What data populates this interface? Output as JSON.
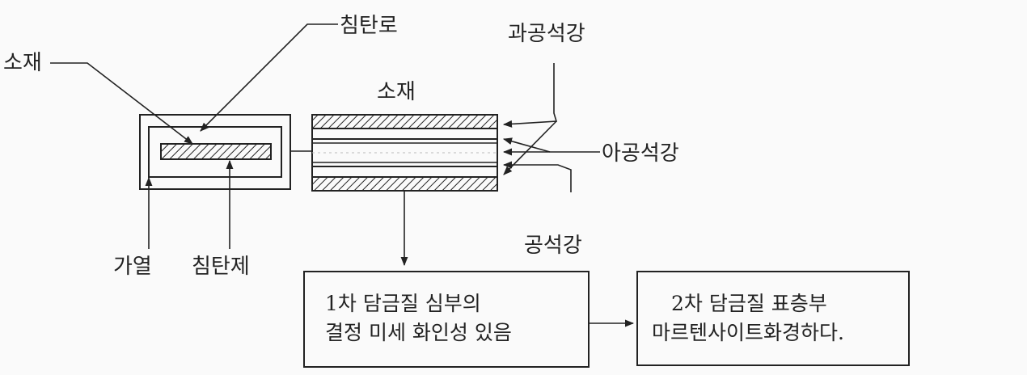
{
  "labels": {
    "carburizing_furnace": "침탄로",
    "material_left": "소재",
    "material_top": "소재",
    "hypereutectoid_steel": "과공석강",
    "hypoeutectoid_steel": "아공석강",
    "eutectoid_steel": "공석강",
    "heating": "가열",
    "carburizing_agent": "침탄제"
  },
  "boxes": {
    "first_quench": {
      "line1": "1차 담금질 심부의",
      "line2": "결정 미세 화인성 있음"
    },
    "second_quench": {
      "line1": "2차 담금질 표층부",
      "line2": "마르텐사이트화경하다."
    }
  },
  "colors": {
    "ink": "#222222",
    "background": "#fafafa"
  }
}
